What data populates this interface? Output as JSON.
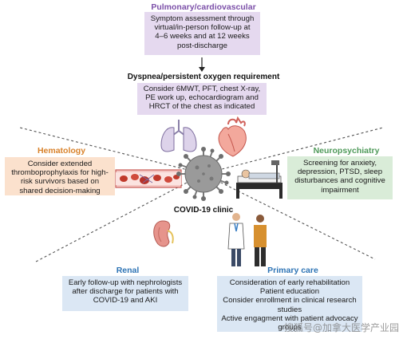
{
  "pulmonary": {
    "title": "Pulmonary/cardiovascular",
    "followup_text": "Symptom assessment through virtual/in-person follow-up at 4–6 weeks and at 12 weeks post-discharge",
    "dyspnea_title": "Dyspnea/persistent oxygen requirement",
    "dyspnea_text": "Consider 6MWT, PFT, chest X-ray, PE work up, echocardiogram and HRCT of the chest as indicated"
  },
  "hematology": {
    "title": "Hematology",
    "text": "Consider extended thromboprophylaxis for high-risk survivors based on shared decision-making"
  },
  "neuropsychiatry": {
    "title": "Neuropsychiatry",
    "text": "Screening for anxiety, depression, PTSD, sleep disturbances and cognitive impairment"
  },
  "center": {
    "label": "COVID-19 clinic"
  },
  "renal": {
    "title": "Renal",
    "text": "Early follow-up with nephrologists after discharge for patients with COVID-19 and AKI"
  },
  "primary_care": {
    "title": "Primary care",
    "lines": [
      "Consideration of early rehabilitation",
      "Patient education",
      "Consider enrollment in clinical research studies",
      "Active engagment with patient advocacy groups"
    ]
  },
  "watermark": "搜狐号@加拿大医学产业园",
  "colors": {
    "purple": "#7b4fa8",
    "orange": "#d9822b",
    "green": "#4f9a5a",
    "blue": "#2e74b5",
    "virus": "#8a8a8a"
  },
  "icons": [
    "lungs-icon",
    "heart-icon",
    "blood-vessel-icon",
    "virus-icon",
    "patient-bed-icon",
    "kidney-icon",
    "doctor-patient-icon"
  ]
}
